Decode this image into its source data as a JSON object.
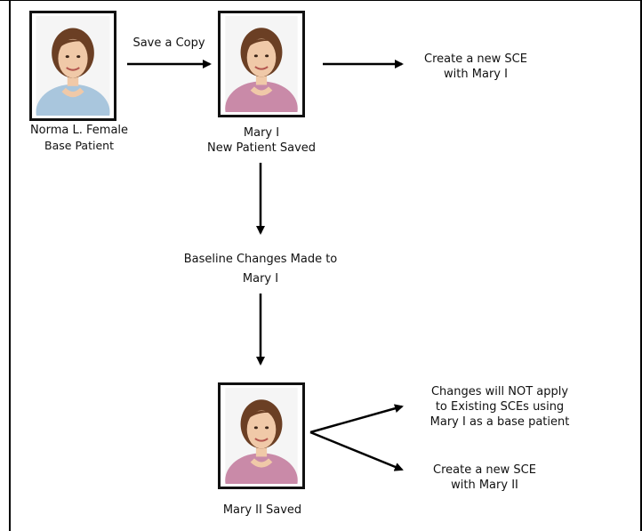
{
  "patients": {
    "base": {
      "name": "Norma L. Female",
      "role": "Base Patient"
    },
    "first": {
      "name": "Mary I",
      "status": "New Patient Saved"
    },
    "second": {
      "status": "Mary II Saved"
    }
  },
  "steps": {
    "save_copy": "Save a Copy",
    "create_sce_1": [
      "Create a new SCE",
      "with Mary I"
    ],
    "baseline_changes": [
      "Baseline Changes Made to",
      "Mary I"
    ],
    "changes_not_apply": [
      "Changes will NOT apply",
      "to Existing SCEs using",
      "Mary I as a base patient"
    ],
    "create_sce_2": [
      "Create a new SCE",
      "with Mary II"
    ]
  },
  "colors": {
    "shirt_base": "#a9c6dd",
    "shirt_mary": "#c98aa8",
    "hair": "#6b3f24",
    "skin": "#f0c9a8",
    "arrow": "#000000"
  },
  "icons": [
    "portrait-photo-icon",
    "arrow-icon"
  ]
}
